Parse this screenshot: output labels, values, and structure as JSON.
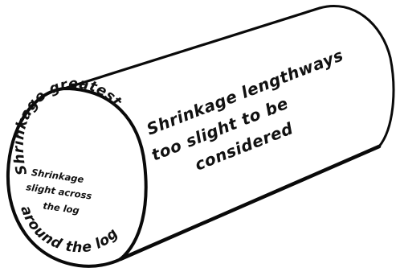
{
  "log": {
    "side_label_lines": [
      "Shrinkage lengthways",
      "too slight to be",
      "considered"
    ],
    "end_ring_top": "Shrinkage greatest",
    "end_ring_bottom": "around the log",
    "end_center_lines": [
      "Shrinkage",
      "slight across",
      "the log"
    ]
  },
  "colors": {
    "ink": "#0a0a0a",
    "paper": "#ffffff"
  }
}
